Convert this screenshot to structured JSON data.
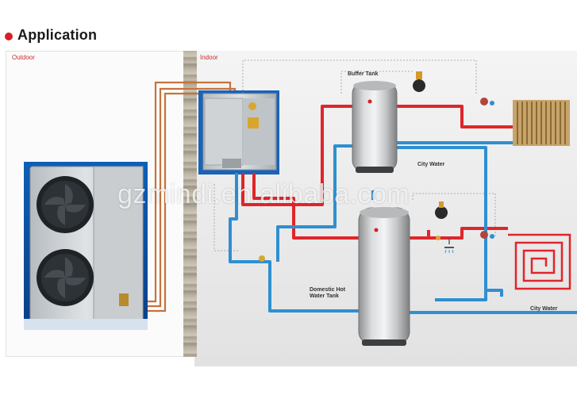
{
  "header": {
    "title": "Application"
  },
  "zones": {
    "outdoor": "Outdoor",
    "indoor": "Indoor"
  },
  "labels": {
    "buffer_tank": "Buffer Tank",
    "city_water_top": "City Water",
    "domestic_hot_water_tank": "Domestic Hot\nWater Tank",
    "city_water_bottom": "City Water"
  },
  "watermark": "gzmindi.en.alibaba.com",
  "colors": {
    "accent_red": "#d71f26",
    "hot_pipe": "#e0252b",
    "cold_pipe": "#2f8fd0",
    "copper_pipe": "#c6733a",
    "tank_silver": "#c9cbcd"
  },
  "icons": [
    "fan-icon",
    "radiator-icon",
    "floor-heating-icon",
    "pump-icon",
    "valve-icon",
    "shower-icon"
  ]
}
